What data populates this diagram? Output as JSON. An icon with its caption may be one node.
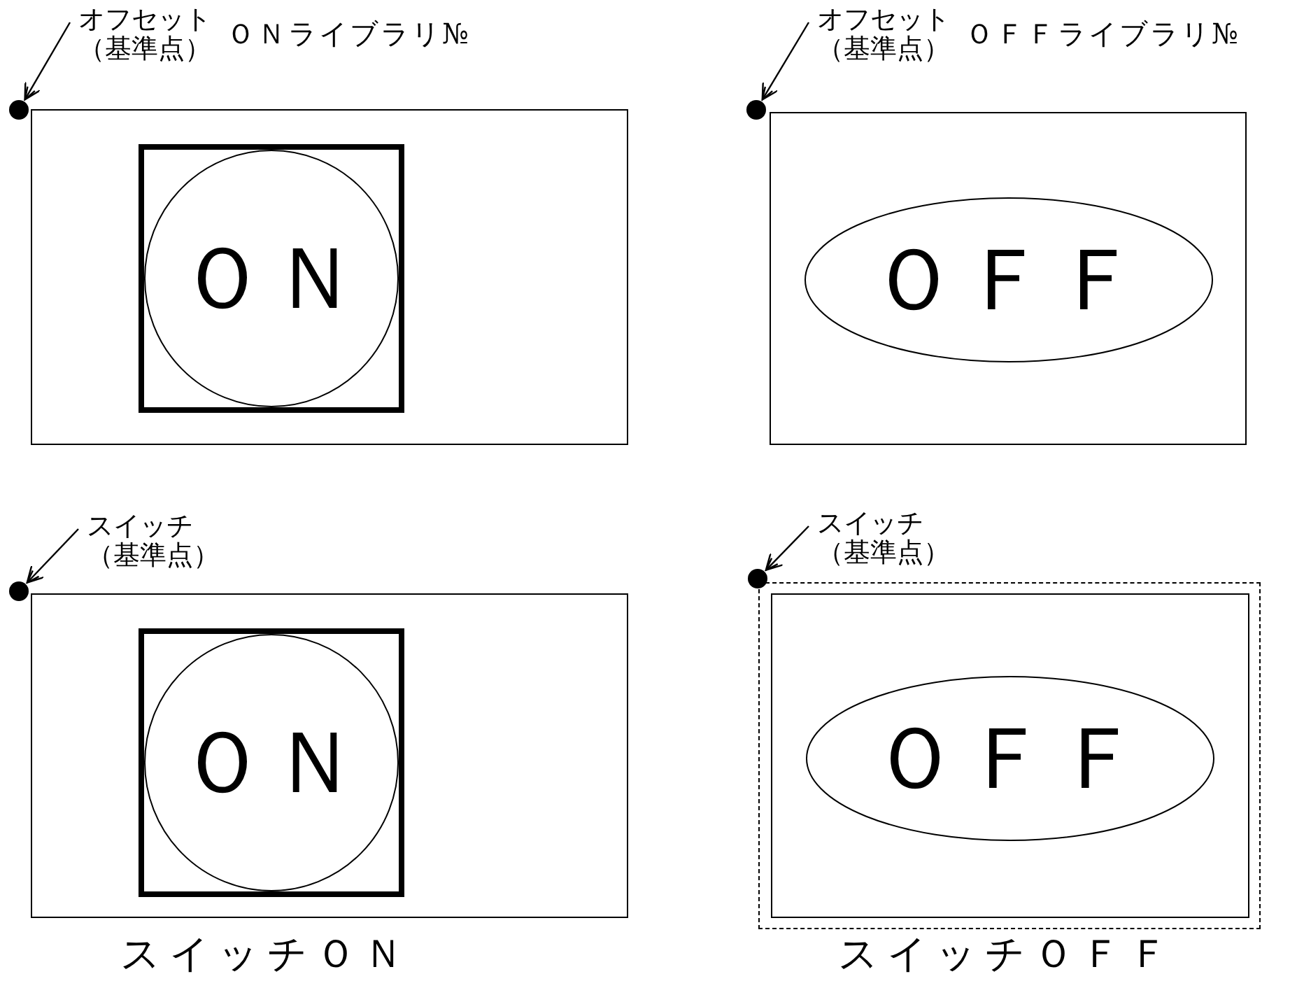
{
  "diagram": {
    "nodes": [
      {
        "text": [
          "オフセット（基準点）"
        ]
      },
      {
        "text": [],
        "shape": "circle"
      },
      {
        "text": [],
        "shape": "box"
      },
      {
        "text": [],
        "shape": "box",
        "in": 2
      },
      {
        "text": [
          "ＯＮ"
        ],
        "in": 3
      },
      {
        "text": [
          "オフセット（基準点）"
        ]
      },
      {
        "text": [],
        "shape": "circle"
      },
      {
        "text": [],
        "shape": "box"
      },
      {
        "text": [
          "ＯＦＦ"
        ],
        "in": 7
      },
      {
        "text": [
          "スイッチ（基準点）"
        ]
      },
      {
        "text": [],
        "shape": "circle"
      },
      {
        "text": [],
        "shape": "box"
      },
      {
        "text": [],
        "shape": "box",
        "in": 11
      },
      {
        "text": [
          "ＯＮ"
        ],
        "in": 12
      },
      {
        "text": [
          "スイッチ（基準点）"
        ]
      },
      {
        "text": [],
        "shape": "circle"
      },
      {
        "text": [],
        "shape": "box"
      },
      {
        "text": [],
        "shape": "box",
        "in": 16
      },
      {
        "text": [
          "ＯＦＦ"
        ],
        "in": 17
      }
    ],
    "edges": [
      {
        "from": 0,
        "to": 1,
        "arrow": "to"
      },
      {
        "from": 5,
        "to": 6,
        "arrow": "to"
      },
      {
        "from": 9,
        "to": 10,
        "arrow": "to"
      },
      {
        "from": 14,
        "to": 15,
        "arrow": "to"
      }
    ],
    "labels": [
      "ＯＮライブラリ№",
      "ＯＦＦライブラリ№",
      "スイッチＯＮ",
      "スイッチＯＦＦ"
    ]
  }
}
